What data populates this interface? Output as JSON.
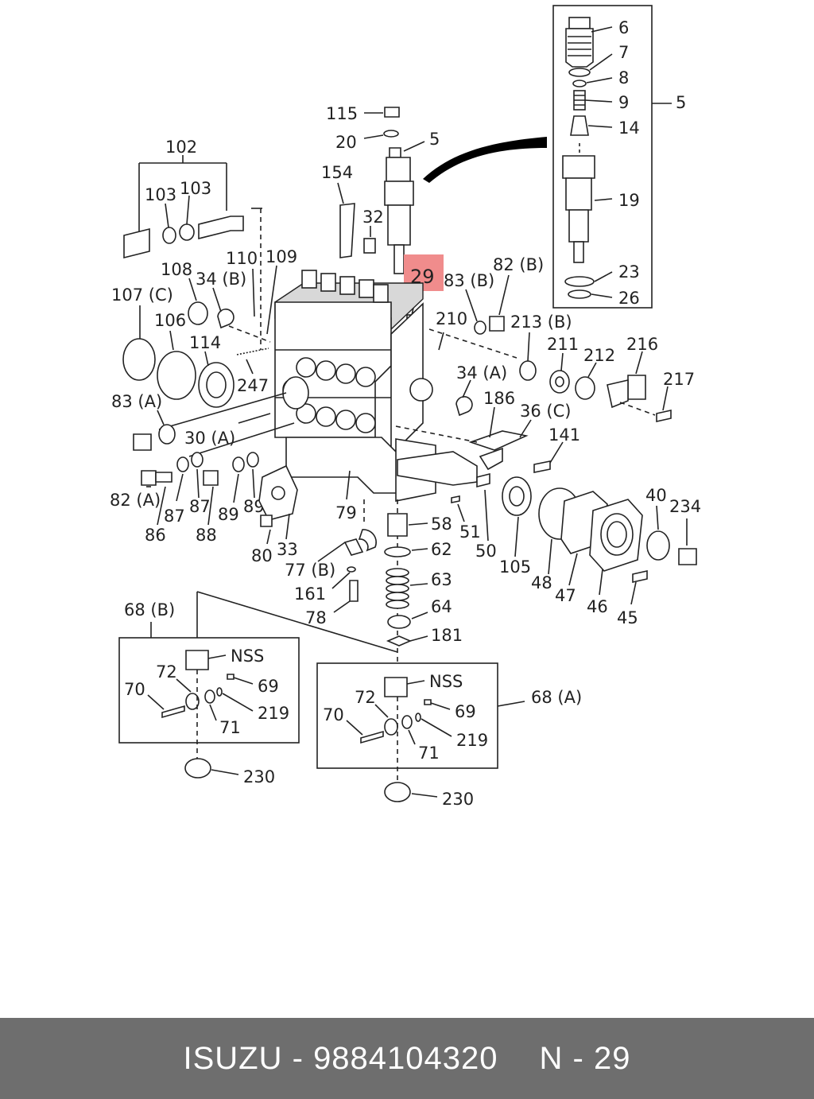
{
  "footer": {
    "brand": "ISUZU",
    "sep1": "-",
    "part_number": "9884104320",
    "ref_prefix": "N",
    "sep2": "-",
    "ref_number": "29"
  },
  "highlight": {
    "label": "29",
    "color": "#f08c8c"
  },
  "labels": {
    "l6": "6",
    "l7": "7",
    "l8": "8",
    "l9": "9",
    "l14": "14",
    "l19": "19",
    "l23": "23",
    "l26": "26",
    "l5_box": "5",
    "l115": "115",
    "l20": "20",
    "l5_top": "5",
    "l154": "154",
    "l32": "32",
    "l102": "102",
    "l103a": "103",
    "l103b": "103",
    "l110": "110",
    "l109": "109",
    "l108": "108",
    "l34b": "34 (B)",
    "l107c": "107 (C)",
    "l106": "106",
    "l114": "114",
    "l247": "247",
    "l83b": "83 (B)",
    "l82b": "82 (B)",
    "l210": "210",
    "l213b": "213 (B)",
    "l211": "211",
    "l212": "212",
    "l216": "216",
    "l217": "217",
    "l34a": "34 (A)",
    "l186": "186",
    "l36c": "36 (C)",
    "l141": "141",
    "l83a": "83 (A)",
    "l30a": "30 (A)",
    "l82a": "82 (A)",
    "l87a": "87",
    "l87b": "87",
    "l89a": "89",
    "l89b": "89",
    "l86": "86",
    "l88": "88",
    "l79": "79",
    "l80": "80",
    "l33": "33",
    "l58": "58",
    "l51": "51",
    "l50": "50",
    "l105": "105",
    "l40": "40",
    "l234": "234",
    "l62": "62",
    "l77b": "77 (B)",
    "l63": "63",
    "l161": "161",
    "l78": "78",
    "l64": "64",
    "l181": "181",
    "l48": "48",
    "l47": "47",
    "l46": "46",
    "l45": "45",
    "l68b": "68 (B)",
    "l68a": "68 (A)",
    "nss_b": "NSS",
    "l72b": "72",
    "l69b": "69",
    "l70b": "70",
    "l219b": "219",
    "l71b": "71",
    "l230b": "230",
    "nss_a": "NSS",
    "l72a": "72",
    "l69a": "69",
    "l70a": "70",
    "l219a": "219",
    "l71a": "71",
    "l230a": "230"
  }
}
